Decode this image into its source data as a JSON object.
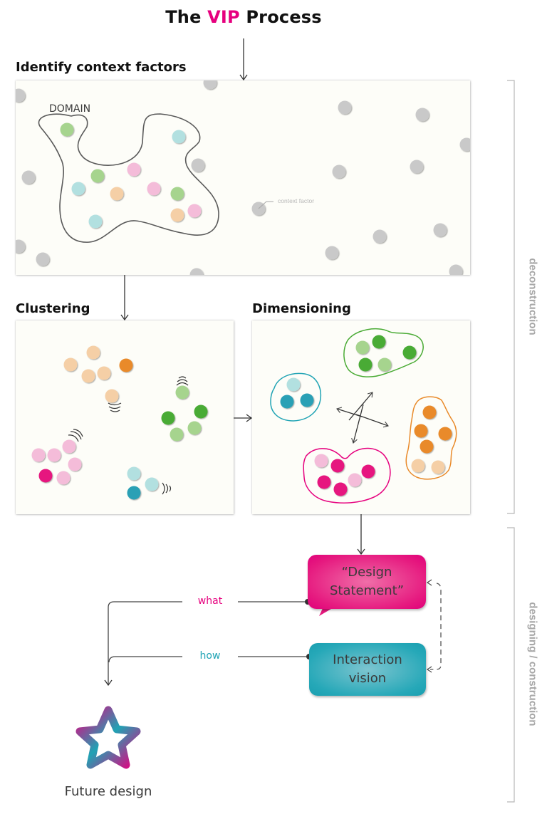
{
  "title": {
    "prefix": "The",
    "highlight": "VIP",
    "suffix": "Process"
  },
  "sections": {
    "identify": "Identify context factors",
    "clustering": "Clustering",
    "dimensioning": "Dimensioning"
  },
  "domain_label": "DOMAIN",
  "context_factor_label": "context factor",
  "phases": {
    "deconstruction": "deconstruction",
    "designing": "designing / construction"
  },
  "boxes": {
    "design_statement": [
      "“Design",
      "Statement”"
    ],
    "interaction_vision": [
      "Interaction",
      "vision"
    ]
  },
  "connectors": {
    "what": "what",
    "how": "how"
  },
  "future_design": "Future design",
  "colors": {
    "accent_pink": "#e6007e",
    "accent_teal": "#1fa3b4",
    "green_light": "#a6d48e",
    "green_dark": "#4aab35",
    "orange_light": "#f5cfa6",
    "orange_dark": "#e98a2a",
    "pink_light": "#f4bcd9",
    "pink_dark": "#e6197f",
    "teal_light": "#b2e0e0",
    "teal_dark": "#2aa0b5",
    "grey": "#c9c9c9",
    "phase_text": "#a8a8a8"
  }
}
